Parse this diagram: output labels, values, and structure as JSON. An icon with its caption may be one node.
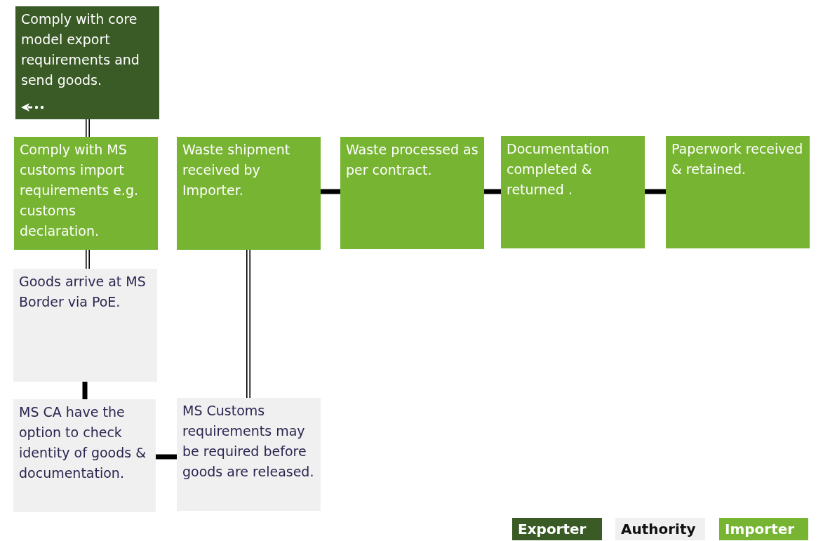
{
  "diagram": {
    "nodes": [
      {
        "text": [
          "Comply with core model export requirements and send goods."
        ]
      },
      {
        "text": [
          "Comply with MS customs import requirements e.g. customs declaration."
        ]
      },
      {
        "text": [
          "Waste shipment received by Importer."
        ]
      },
      {
        "text": [
          "Waste processed as per contract."
        ]
      },
      {
        "text": [
          "Documentation completed & returned ."
        ]
      },
      {
        "text": [
          "Paperwork received & retained."
        ]
      },
      {
        "text": [
          "Goods arrive at MS Border via PoE."
        ]
      },
      {
        "text": [
          "MS CA have the option to check identity of goods & documentation."
        ]
      },
      {
        "text": [
          "MS Customs requirements may be required before goods are released."
        ]
      }
    ],
    "edges": [
      {
        "from": 0,
        "to": 1,
        "arrow": "none"
      },
      {
        "from": 1,
        "to": 6,
        "arrow": "none"
      },
      {
        "from": 6,
        "to": 7,
        "arrow": "none"
      },
      {
        "from": 7,
        "to": 8,
        "arrow": "none"
      },
      {
        "from": 8,
        "to": 2,
        "arrow": "none"
      },
      {
        "from": 2,
        "to": 3,
        "arrow": "none"
      },
      {
        "from": 3,
        "to": 4,
        "arrow": "none"
      },
      {
        "from": 4,
        "to": 5,
        "arrow": "none"
      }
    ],
    "legend": [
      {
        "text": "Exporter",
        "color": "#3a5a26"
      },
      {
        "text": "Authority",
        "color": "#f0f0f0"
      },
      {
        "text": "Importer",
        "color": "#76b432"
      }
    ]
  }
}
